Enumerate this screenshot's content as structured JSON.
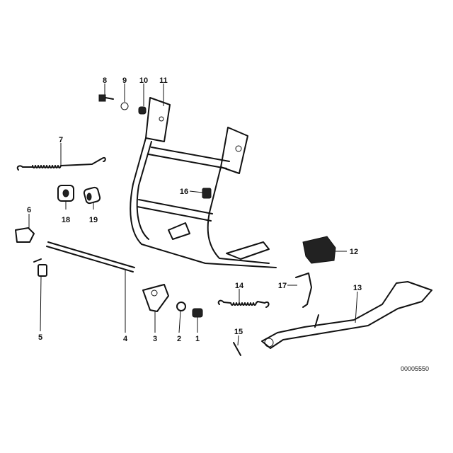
{
  "diagram": {
    "callouts": [
      {
        "id": "1",
        "label": "1"
      },
      {
        "id": "2",
        "label": "2"
      },
      {
        "id": "3",
        "label": "3"
      },
      {
        "id": "4",
        "label": "4"
      },
      {
        "id": "5",
        "label": "5"
      },
      {
        "id": "6",
        "label": "6"
      },
      {
        "id": "7",
        "label": "7"
      },
      {
        "id": "8",
        "label": "8"
      },
      {
        "id": "9",
        "label": "9"
      },
      {
        "id": "10",
        "label": "10"
      },
      {
        "id": "11",
        "label": "11"
      },
      {
        "id": "12",
        "label": "12"
      },
      {
        "id": "13",
        "label": "13"
      },
      {
        "id": "14",
        "label": "14"
      },
      {
        "id": "15",
        "label": "15"
      },
      {
        "id": "16",
        "label": "16"
      },
      {
        "id": "17",
        "label": "17"
      },
      {
        "id": "18",
        "label": "18"
      },
      {
        "id": "19",
        "label": "19"
      }
    ],
    "drawing_number": "00005550"
  }
}
